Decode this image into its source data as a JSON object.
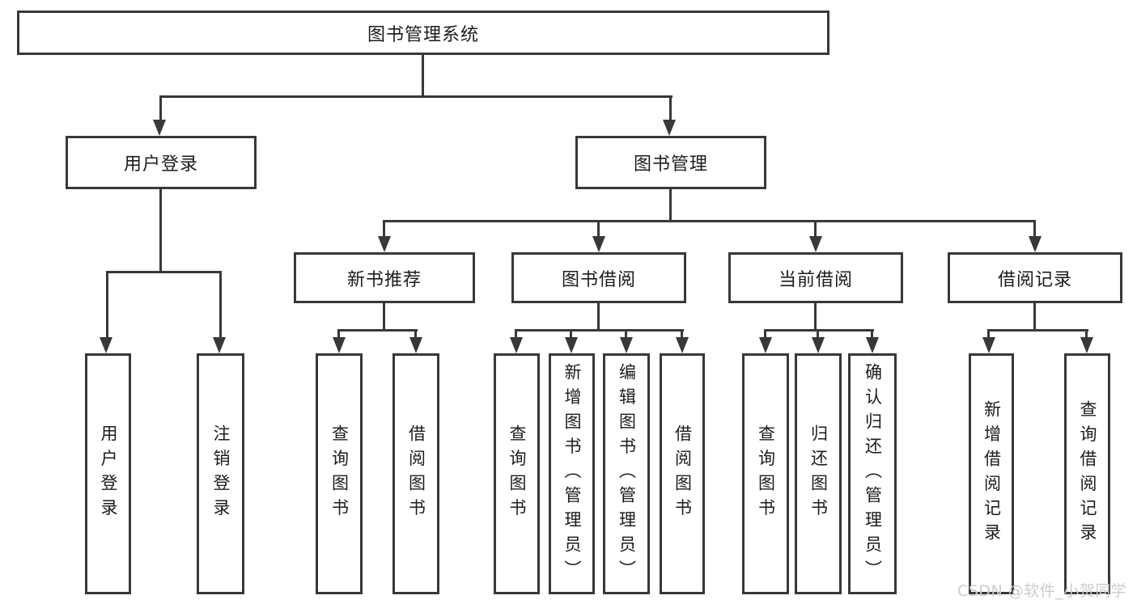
{
  "diagram_type": "hierarchy-tree",
  "tree": {
    "label": "图书管理系统",
    "children": [
      {
        "label": "用户登录",
        "children": [
          {
            "label": "用户登录"
          },
          {
            "label": "注销登录"
          }
        ]
      },
      {
        "label": "图书管理",
        "children": [
          {
            "label": "新书推荐",
            "children": [
              {
                "label": "查询图书"
              },
              {
                "label": "借阅图书"
              }
            ]
          },
          {
            "label": "图书借阅",
            "children": [
              {
                "label": "查询图书"
              },
              {
                "label": "新增图书（管理员）"
              },
              {
                "label": "编辑图书（管理员）"
              },
              {
                "label": "借阅图书"
              }
            ]
          },
          {
            "label": "当前借阅",
            "children": [
              {
                "label": "查询图书"
              },
              {
                "label": "归还图书"
              },
              {
                "label": "确认归还（管理员）"
              }
            ]
          },
          {
            "label": "借阅记录",
            "children": [
              {
                "label": "新增借阅记录"
              },
              {
                "label": "查询借阅记录"
              }
            ]
          }
        ]
      }
    ]
  },
  "watermark": {
    "text": "CSDN @软件_小贺同学"
  },
  "colors": {
    "line": "#383838",
    "text": "#1c1c1c",
    "background": "#ffffff",
    "watermark": "#cccccc"
  }
}
